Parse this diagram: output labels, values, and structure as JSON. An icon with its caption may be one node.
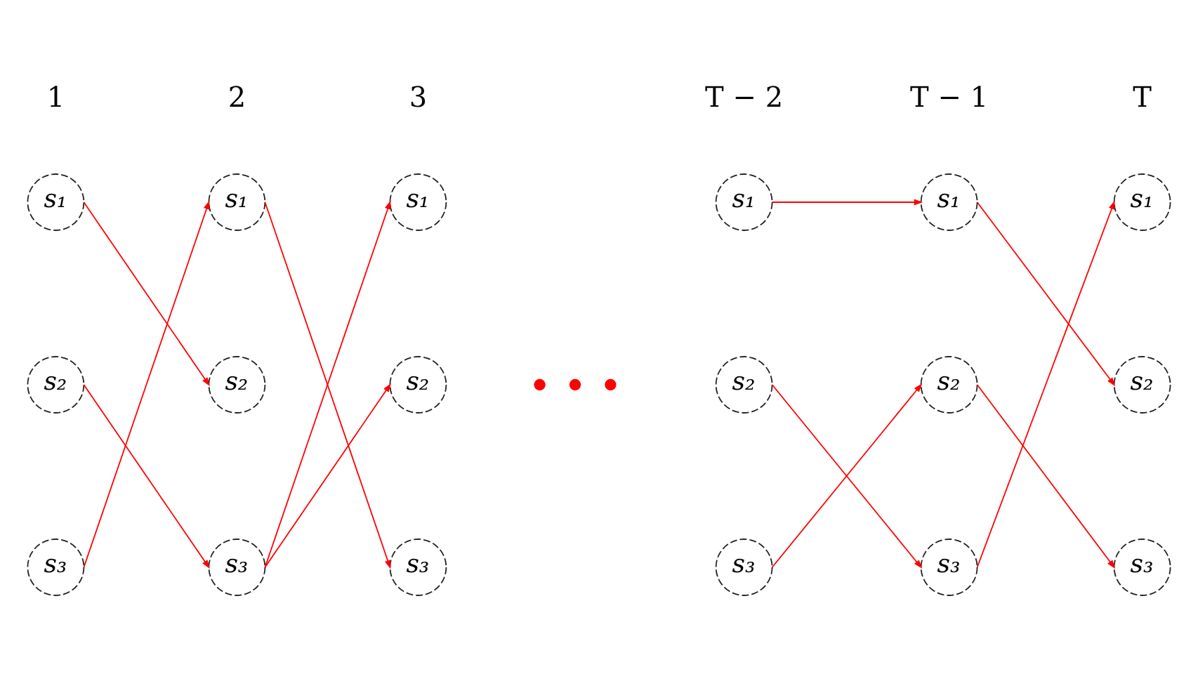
{
  "diagram": {
    "nodes": [
      {
        "text": [
          "s₁"
        ]
      },
      {
        "text": [
          "s₁"
        ]
      },
      {
        "text": [
          "s₁"
        ]
      },
      {
        "text": [
          "s₁"
        ]
      },
      {
        "text": [
          "s₁"
        ]
      },
      {
        "text": [
          "s₁"
        ]
      },
      {
        "text": [
          "s₂"
        ]
      },
      {
        "text": [
          "s₂"
        ]
      },
      {
        "text": [
          "s₂"
        ]
      },
      {
        "text": [
          "s₂"
        ]
      },
      {
        "text": [
          "s₂"
        ]
      },
      {
        "text": [
          "s₂"
        ]
      },
      {
        "text": [
          "s₃"
        ]
      },
      {
        "text": [
          "s₃"
        ]
      },
      {
        "text": [
          "s₃"
        ]
      },
      {
        "text": [
          "s₃"
        ]
      },
      {
        "text": [
          "s₃"
        ]
      },
      {
        "text": [
          "s₃"
        ]
      }
    ],
    "edges": [
      {
        "from": 0,
        "to": 7,
        "arrow": "to"
      },
      {
        "from": 6,
        "to": 13,
        "arrow": "to"
      },
      {
        "from": 12,
        "to": 1,
        "arrow": "to"
      },
      {
        "from": 1,
        "to": 14,
        "arrow": "to"
      },
      {
        "from": 13,
        "to": 2,
        "arrow": "to"
      },
      {
        "from": 13,
        "to": 8,
        "arrow": "to"
      },
      {
        "from": 3,
        "to": 4,
        "arrow": "to"
      },
      {
        "from": 9,
        "to": 16,
        "arrow": "to"
      },
      {
        "from": 15,
        "to": 10,
        "arrow": "to"
      },
      {
        "from": 4,
        "to": 11,
        "arrow": "to"
      },
      {
        "from": 10,
        "to": 17,
        "arrow": "to"
      },
      {
        "from": 16,
        "to": 5,
        "arrow": "to"
      }
    ],
    "labels": [
      "1",
      "2",
      "3",
      "T − 2",
      "T − 1",
      "T"
    ]
  }
}
